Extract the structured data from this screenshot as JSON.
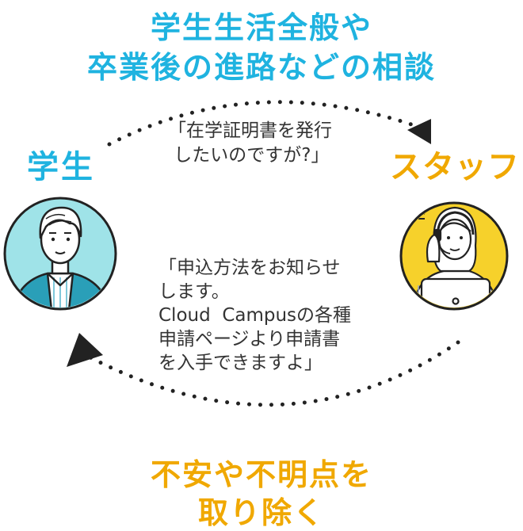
{
  "top_heading": {
    "line1": "学生生活全般や",
    "line2": "卒業後の進路などの相談"
  },
  "student": {
    "label": "学生",
    "icon": "student-avatar-icon"
  },
  "staff": {
    "label": "スタッフ",
    "icon": "staff-avatar-icon"
  },
  "student_message": {
    "text": "「在学証明書を発行\n したいのですが?」"
  },
  "staff_message": {
    "text": "「申込方法をお知らせ\nします。\nCloud  Campusの各種\n申請ページより申請書\nを入手できますよ」"
  },
  "bottom_heading": {
    "line1": "不安や不明点を",
    "line2": "取り除く"
  },
  "colors": {
    "blue": "#1fb3e0",
    "yellow": "#f0a800",
    "student_bg": "#9fe3e8",
    "staff_bg": "#f6d12b",
    "dots": "#222222"
  }
}
